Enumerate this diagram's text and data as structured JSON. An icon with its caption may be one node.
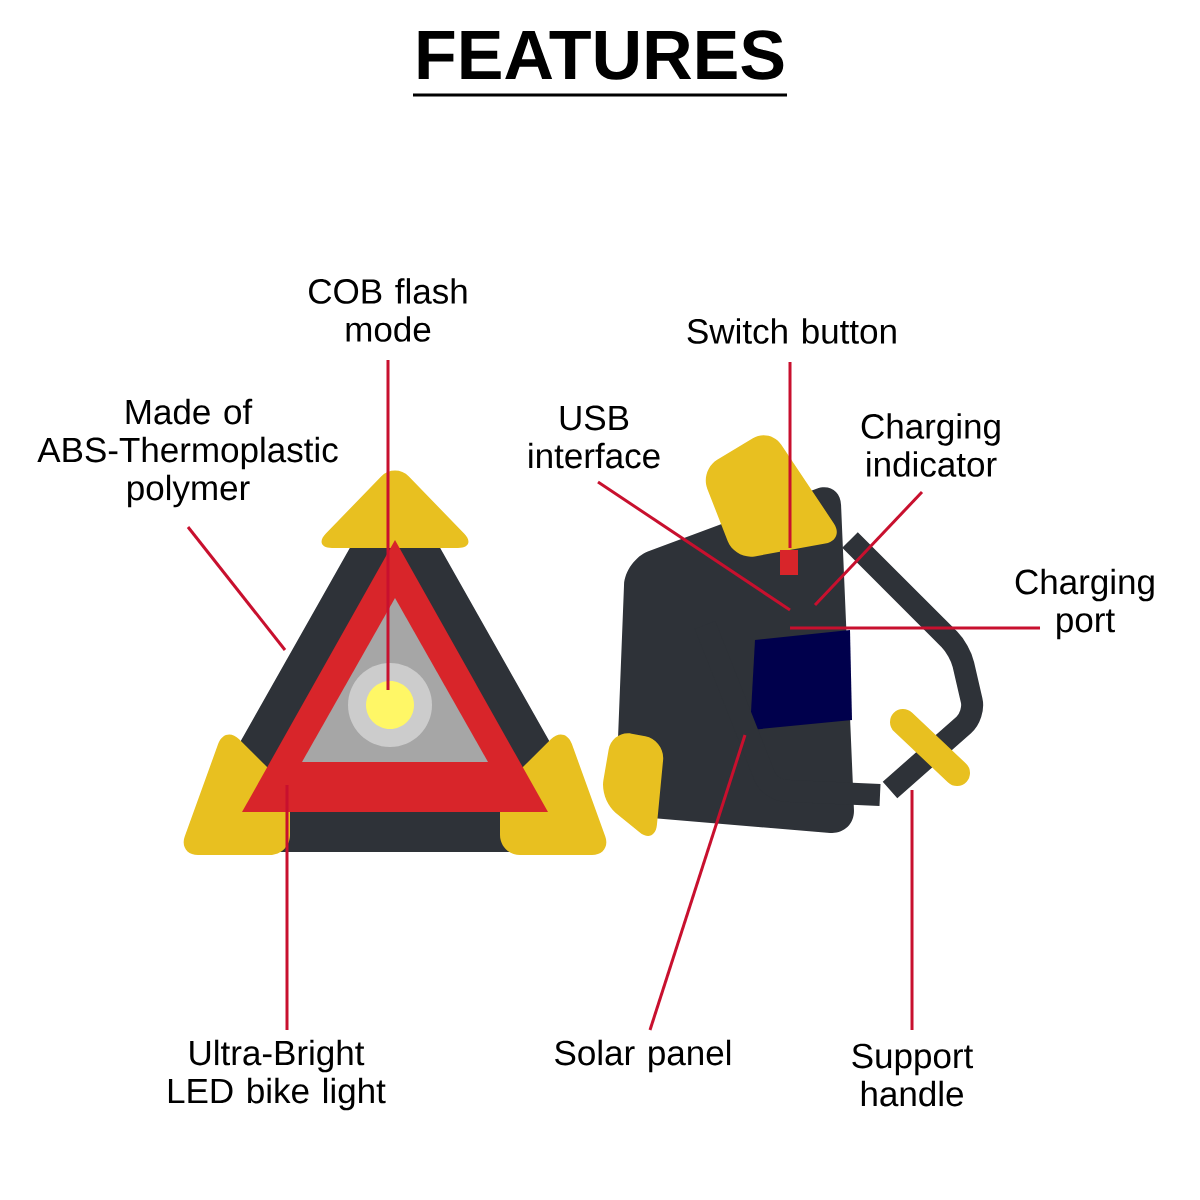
{
  "diagram": {
    "title": "FEATURES",
    "nodes": [
      {
        "text": [
          "COB flash mode"
        ]
      },
      {
        "text": [
          "Made of ABS-Thermoplastic polymer"
        ]
      },
      {
        "text": [
          "Ultra-Bright LED bike light"
        ]
      },
      {
        "text": [
          "Switch button"
        ]
      },
      {
        "text": [
          "USB interface"
        ]
      },
      {
        "text": [
          "Charging indicator"
        ]
      },
      {
        "text": [
          "Charging port"
        ]
      },
      {
        "text": [
          "Solar panel"
        ]
      },
      {
        "text": [
          "Support handle"
        ]
      }
    ],
    "edges": [
      {
        "from": 0,
        "to": null,
        "arrow": "none"
      },
      {
        "from": 1,
        "to": null,
        "arrow": "none"
      },
      {
        "from": 2,
        "to": null,
        "arrow": "none"
      },
      {
        "from": 3,
        "to": null,
        "arrow": "none"
      },
      {
        "from": 4,
        "to": null,
        "arrow": "none"
      },
      {
        "from": 5,
        "to": null,
        "arrow": "none"
      },
      {
        "from": 6,
        "to": null,
        "arrow": "none"
      },
      {
        "from": 7,
        "to": null,
        "arrow": "none"
      },
      {
        "from": 8,
        "to": null,
        "arrow": "none"
      }
    ]
  }
}
